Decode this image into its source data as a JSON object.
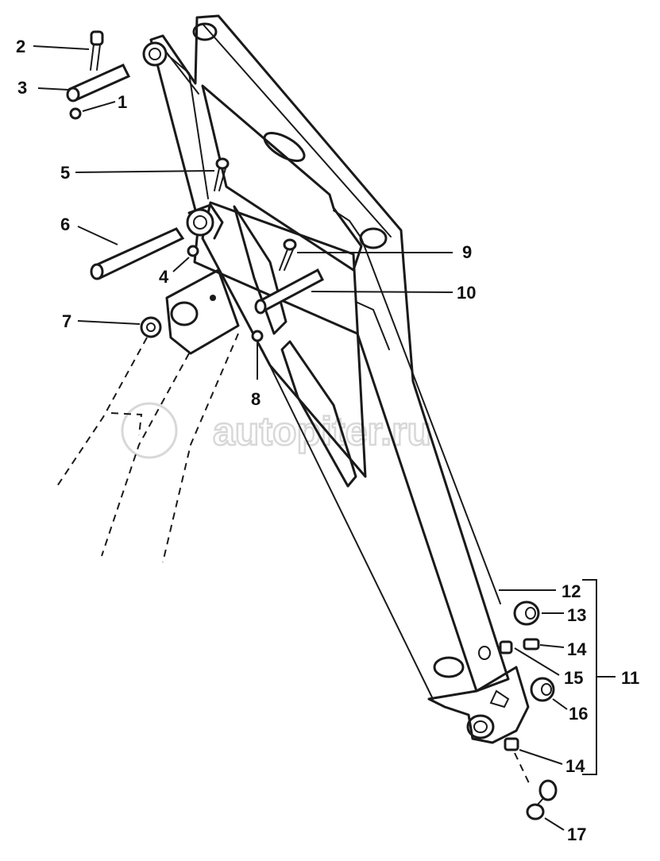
{
  "watermark": "autopiter.ru",
  "labels": {
    "l1": "1",
    "l2": "2",
    "l3": "3",
    "l4": "4",
    "l5": "5",
    "l6": "6",
    "l7": "7",
    "l8": "8",
    "l9": "9",
    "l10": "10",
    "l11": "11",
    "l12": "12",
    "l13": "13",
    "l14a": "14",
    "l14b": "14",
    "l15": "15",
    "l16": "16",
    "l17": "17"
  }
}
